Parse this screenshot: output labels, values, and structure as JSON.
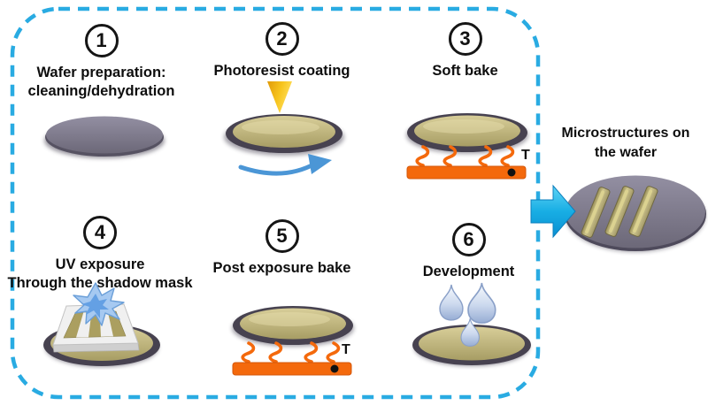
{
  "figure": {
    "steps": [
      {
        "number": "1",
        "line1": "Wafer preparation:",
        "line2": "cleaning/dehydration"
      },
      {
        "number": "2",
        "line1": "Photoresist coating"
      },
      {
        "number": "3",
        "line1": "Soft bake",
        "temp_label": "T"
      },
      {
        "number": "4",
        "line1": "UV exposure",
        "line2": "Through the shadow mask"
      },
      {
        "number": "5",
        "line1": "Post exposure bake",
        "temp_label": "T"
      },
      {
        "number": "6",
        "line1": "Development"
      }
    ],
    "result": {
      "line1": "Microstructures on",
      "line2": "the wafer"
    },
    "colors": {
      "dashed_border": "#29abe2",
      "hotplate_orange": "#f4690c",
      "flow_arrow_blue": "#18aee4",
      "photoresist_olive": "#b0a567",
      "wafer_gray": "#7b7789",
      "uv_flash_blue": "#a6c9f1",
      "dispense_gold": "#f2b90e"
    }
  }
}
